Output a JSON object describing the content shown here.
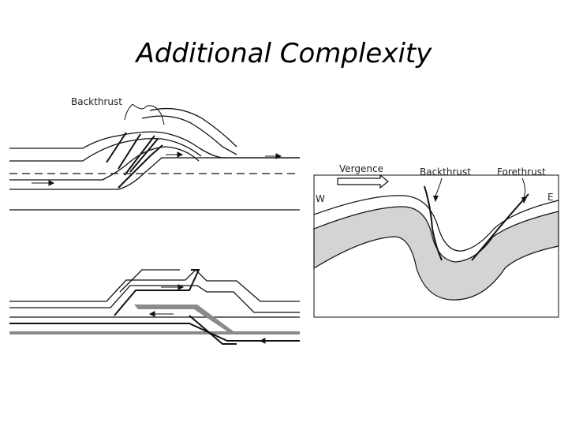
{
  "slide": {
    "title": "Additional Complexity"
  },
  "panel_top_left": {
    "backthrust_label": "Backthrust"
  },
  "panel_right": {
    "vergence_label": "Vergence",
    "backthrust_label": "Backthrust",
    "forethrust_label": "Forethrust",
    "west_label": "W",
    "east_label": "E"
  },
  "colors": {
    "line": "#111111",
    "shaded_layer": "#d4d4d4",
    "shaded_bed": "#8a8a8a"
  }
}
